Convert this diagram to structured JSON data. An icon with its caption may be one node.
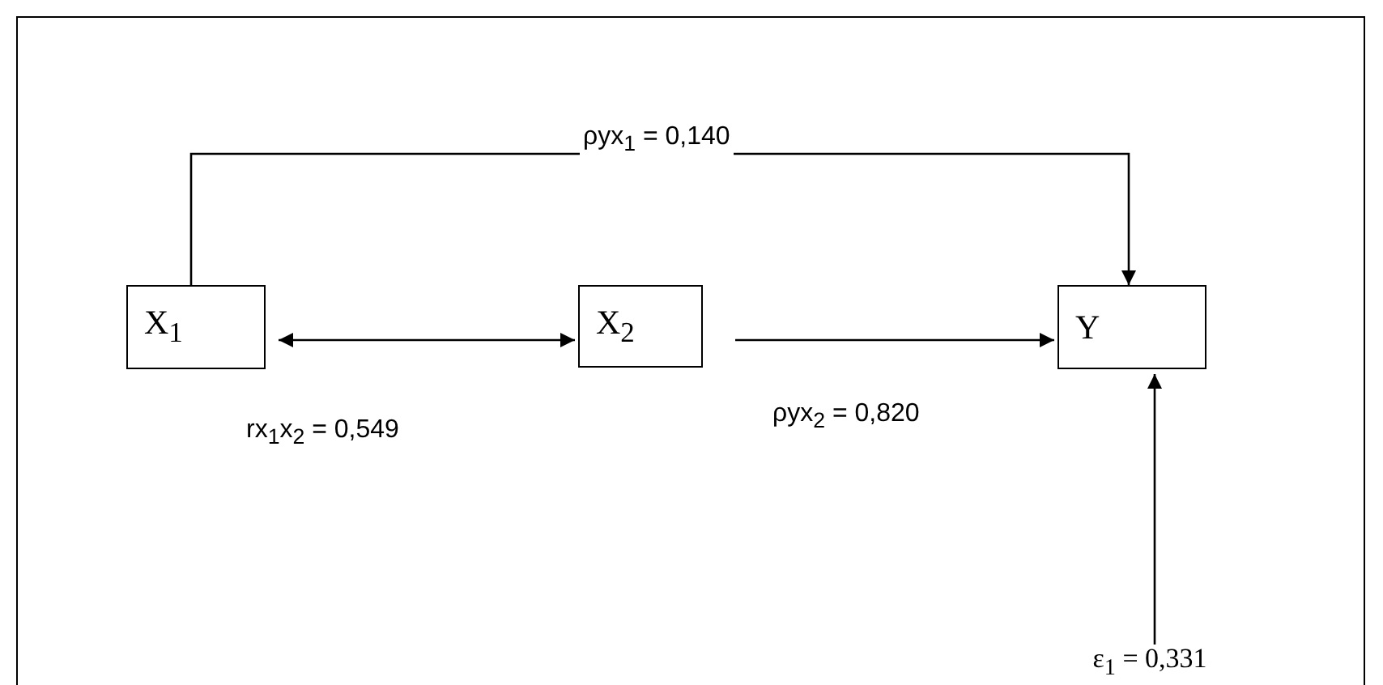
{
  "diagram": {
    "nodes": [
      {
        "text": [
          "X$_{1}$"
        ]
      },
      {
        "text": [
          "X$_{2}$"
        ]
      },
      {
        "text": [
          "Y"
        ]
      },
      {
        "text": [
          "ε$_{1}$ = 0,331"
        ]
      }
    ],
    "edges": [
      {
        "from": 0,
        "to": 2,
        "arrow": "to",
        "label": "ρyx$_{1}$ = 0,140"
      },
      {
        "from": 0,
        "to": 1,
        "arrow": "both",
        "label": "rx$_{1}$x$_{2}$ = 0,549"
      },
      {
        "from": 1,
        "to": 2,
        "arrow": "to",
        "label": "ρyx$_{2}$ = 0,820"
      },
      {
        "from": 3,
        "to": 2,
        "arrow": "to"
      }
    ]
  }
}
